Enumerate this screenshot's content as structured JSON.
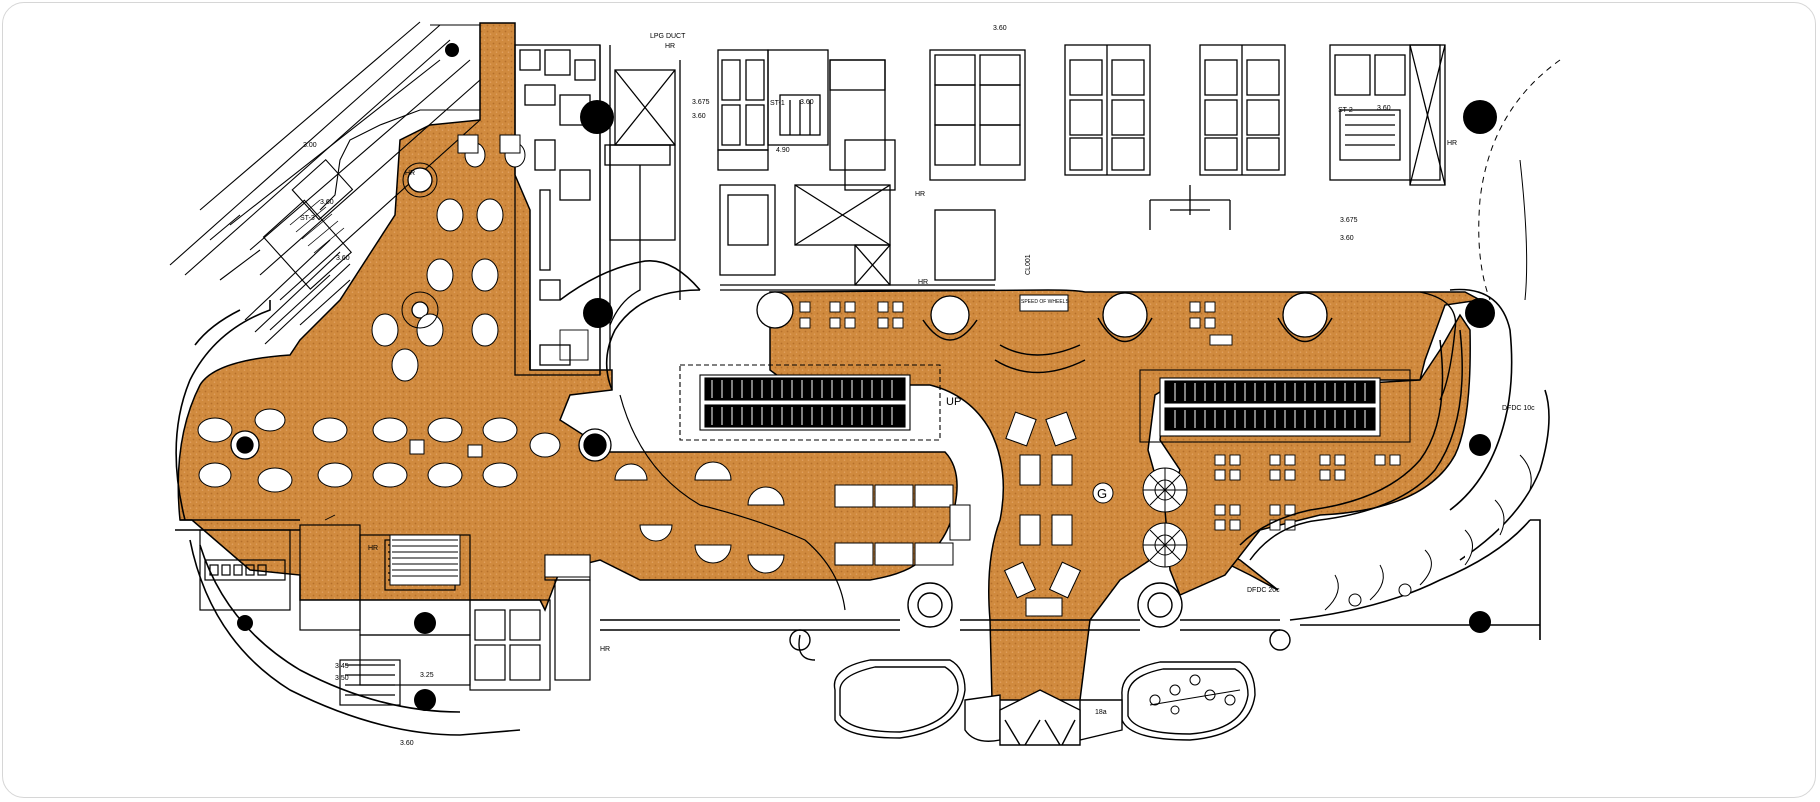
{
  "plan": {
    "colors": {
      "floor": "#D08A3E",
      "floor_pattern": "#B56F2A",
      "line": "#000000",
      "background": "#FFFFFF",
      "column": "#000000"
    },
    "labels": {
      "lpg_duct": "LPG DUCT",
      "hr_1": "HR",
      "hr_2": "HR",
      "hr_3": "HR",
      "hr_4": "HR",
      "hr_5": "HR",
      "hr_6": "HR",
      "hr_7": "HR",
      "lvl_3675_a": "3.675",
      "lvl_360_a": "3.60",
      "lvl_360_b": "3.60",
      "lvl_360_c": "3.60",
      "lvl_360_d": "3.60",
      "lvl_300": "3.00",
      "lvl_360_e": "3.60",
      "lvl_3675_b": "3.675",
      "lvl_360_f": "3.60",
      "lvl_360_g": "3.60",
      "lvl_345": "3.45",
      "lvl_350": "3.50",
      "lvl_325": "3.25",
      "lvl_360_h": "3.60",
      "lvl_490": "4.90",
      "stair_1": "ST-1",
      "stair_2": "ST-2",
      "stair_3": "ST-3",
      "up": "UP",
      "speed_gate": "SPEED OF WHEELS",
      "g_mark": "G",
      "dfdc_10c": "DFDC\n10c",
      "dfdc_20c": "DFDC 20c",
      "room_18a": "18a",
      "cl_001": "CL001"
    }
  }
}
